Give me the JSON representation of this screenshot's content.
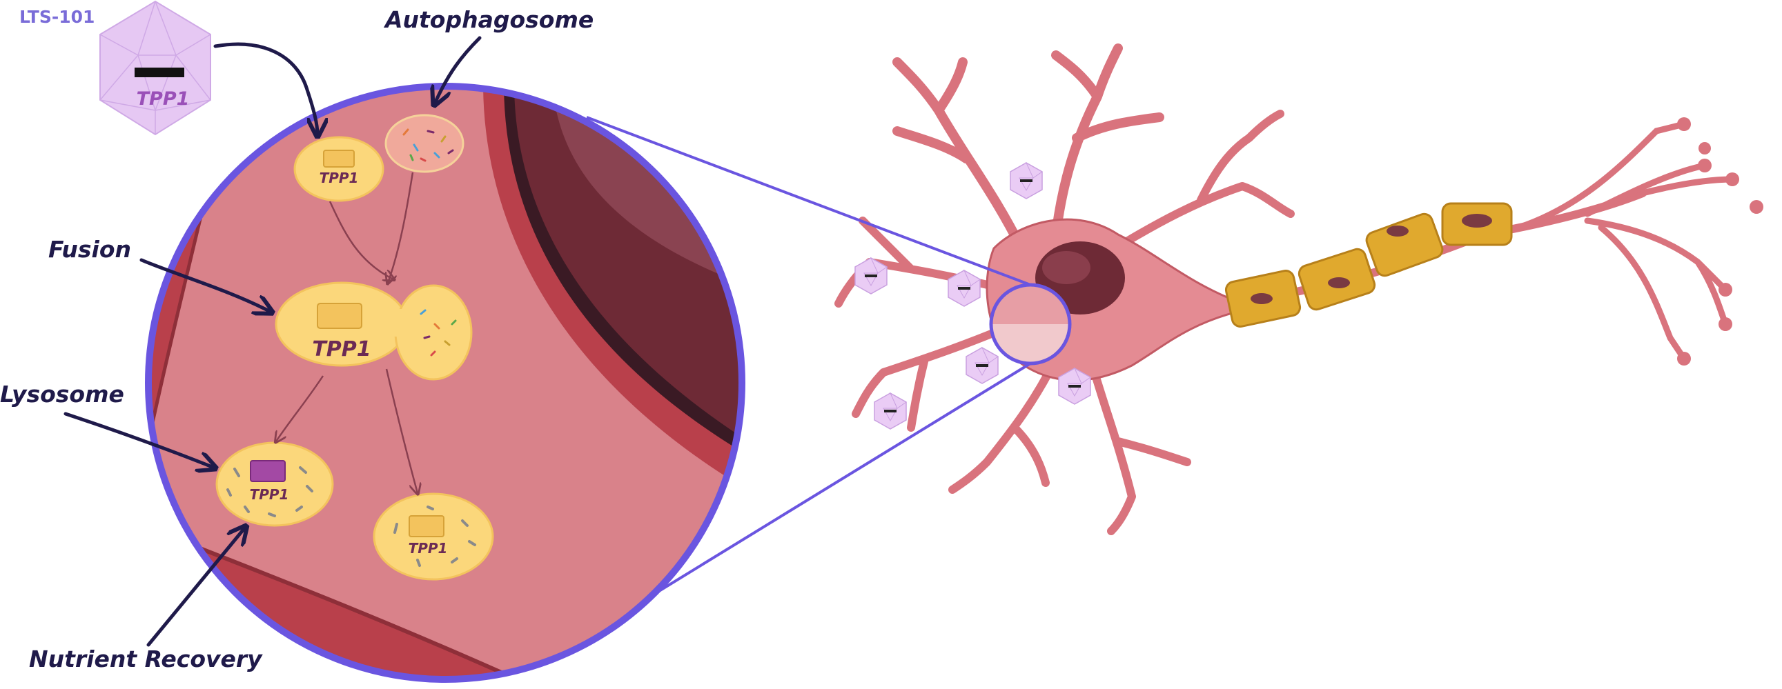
{
  "vector_name": "LTS-101",
  "cargo": "TPP1",
  "labels": {
    "autophagosome": "Autophagosome",
    "fusion": "Fusion",
    "lysosome": "Lysosome",
    "nutrient_recovery": "Nutrient Recovery"
  },
  "colors": {
    "lens_ring": "#6a55e0",
    "cytoplasm": "#d9828a",
    "membrane": "#b9404b",
    "nucleus": "#6e2a36",
    "vesicle": "#fbd77b",
    "myelin": "#e0a92e",
    "virus": "#e6c8f3"
  },
  "icons": [
    "aav-capsid-icon",
    "neuron-icon",
    "myelin-sheath-icon",
    "magnifier-lens-icon"
  ]
}
